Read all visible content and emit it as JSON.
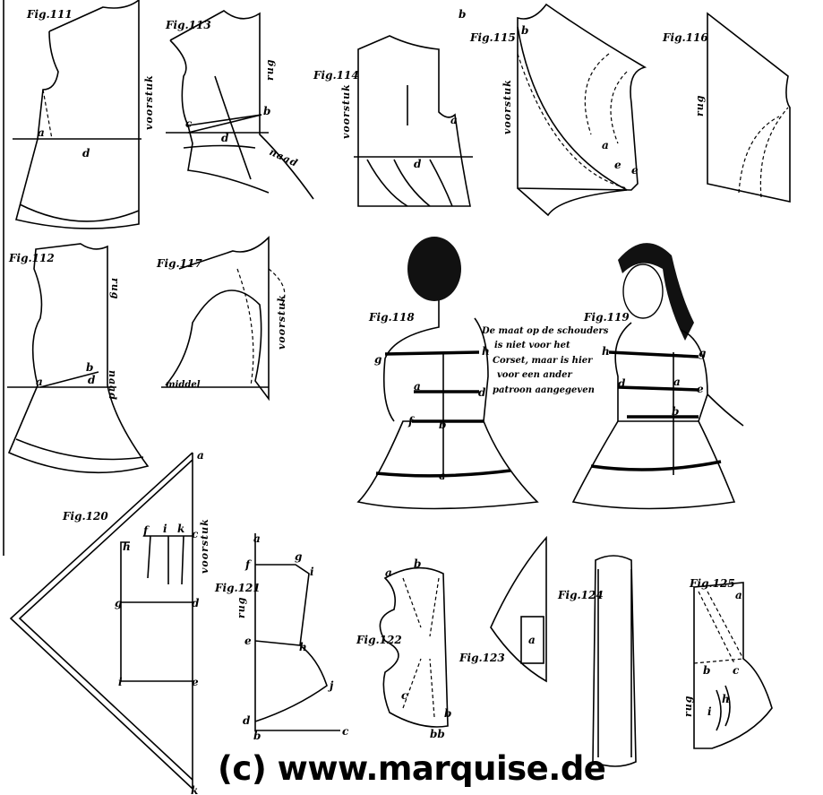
{
  "figures": {
    "fig111": {
      "label": "Fig.111",
      "texts": [
        "voorstuk",
        "a",
        "d"
      ]
    },
    "fig113": {
      "label": "Fig.113",
      "texts": [
        "rug",
        "b",
        "c",
        "d",
        "naad"
      ]
    },
    "fig114": {
      "label": "Fig.114",
      "texts": [
        "voorstuk",
        "a",
        "d"
      ]
    },
    "fig115": {
      "label": "Fig.115",
      "texts": [
        "b",
        "b",
        "voorstuk",
        "a",
        "e",
        "e"
      ]
    },
    "fig116": {
      "label": "Fig.116",
      "texts": [
        "rug"
      ]
    },
    "fig112": {
      "label": "Fig.112",
      "texts": [
        "rug",
        "a",
        "b",
        "d",
        "naad"
      ]
    },
    "fig117": {
      "label": "Fig.117",
      "texts": [
        "voorstuk",
        "middel"
      ]
    },
    "fig118": {
      "label": "Fig.118",
      "texts": [
        "h",
        "g",
        "a",
        "d",
        "f",
        "b",
        "c"
      ]
    },
    "fig119": {
      "label": "Fig.119",
      "texts": [
        "h",
        "g",
        "d",
        "a",
        "e",
        "b"
      ]
    },
    "fig120": {
      "label": "Fig.120",
      "texts": [
        "a",
        "h",
        "f",
        "i",
        "k",
        "c",
        "voorstuk",
        "g",
        "d",
        "i",
        "e",
        "k"
      ]
    },
    "fig121": {
      "label": "Fig.121",
      "texts": [
        "a",
        "f",
        "g",
        "i",
        "rug",
        "e",
        "h",
        "j",
        "d",
        "b",
        "c"
      ]
    },
    "fig122": {
      "label": "Fig.122",
      "texts": [
        "a",
        "b",
        "c",
        "b",
        "bb"
      ]
    },
    "fig123": {
      "label": "Fig.123",
      "texts": [
        "a"
      ]
    },
    "fig124": {
      "label": "Fig.124",
      "texts": []
    },
    "fig125": {
      "label": "Fig.125",
      "texts": [
        "a",
        "b",
        "c",
        "h",
        "i",
        "rug"
      ]
    }
  },
  "note": [
    "De maat op de schouders",
    "is niet voor het",
    "Corset, maar is hier",
    "voor een ander",
    "patroon aangegeven"
  ],
  "watermark": "(c) www.marquise.de"
}
